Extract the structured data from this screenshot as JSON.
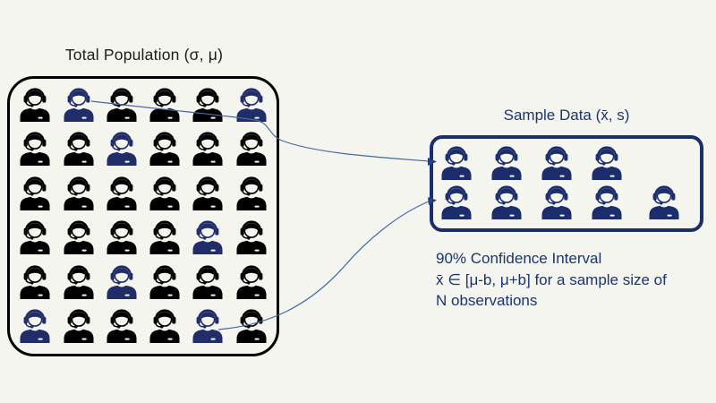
{
  "colors": {
    "background": "#f4f5ee",
    "population_icon_black": "#000000",
    "population_icon_navy": "#212d69",
    "sample_icon_navy": "#1b2e6b",
    "sample_border": "#1b2d6b",
    "heading_dark": "#1d1d1b",
    "heading_navy": "#1a3474",
    "connector_line": "#4668a6"
  },
  "population": {
    "title": "Total Population (σ, μ)",
    "rows": 6,
    "cols": 6,
    "grid": [
      [
        "black",
        "navy",
        "black",
        "black",
        "black",
        "navy"
      ],
      [
        "black",
        "black",
        "navy",
        "black",
        "black",
        "black"
      ],
      [
        "black",
        "black",
        "black",
        "black",
        "black",
        "black"
      ],
      [
        "black",
        "black",
        "black",
        "black",
        "navy",
        "black"
      ],
      [
        "black",
        "black",
        "navy",
        "black",
        "black",
        "black"
      ],
      [
        "navy",
        "black",
        "black",
        "black",
        "navy",
        "black"
      ]
    ]
  },
  "sample": {
    "title": "Sample Data (x̄, s)",
    "row_counts": [
      4,
      5
    ],
    "total_icons": 9
  },
  "caption": {
    "line1": "90% Confidence Interval",
    "line2": "x̄ ∈ [μ-b, μ+b] for a sample size of",
    "line3": "N observations"
  },
  "icons": {
    "person": "call-agent-headset-icon"
  }
}
